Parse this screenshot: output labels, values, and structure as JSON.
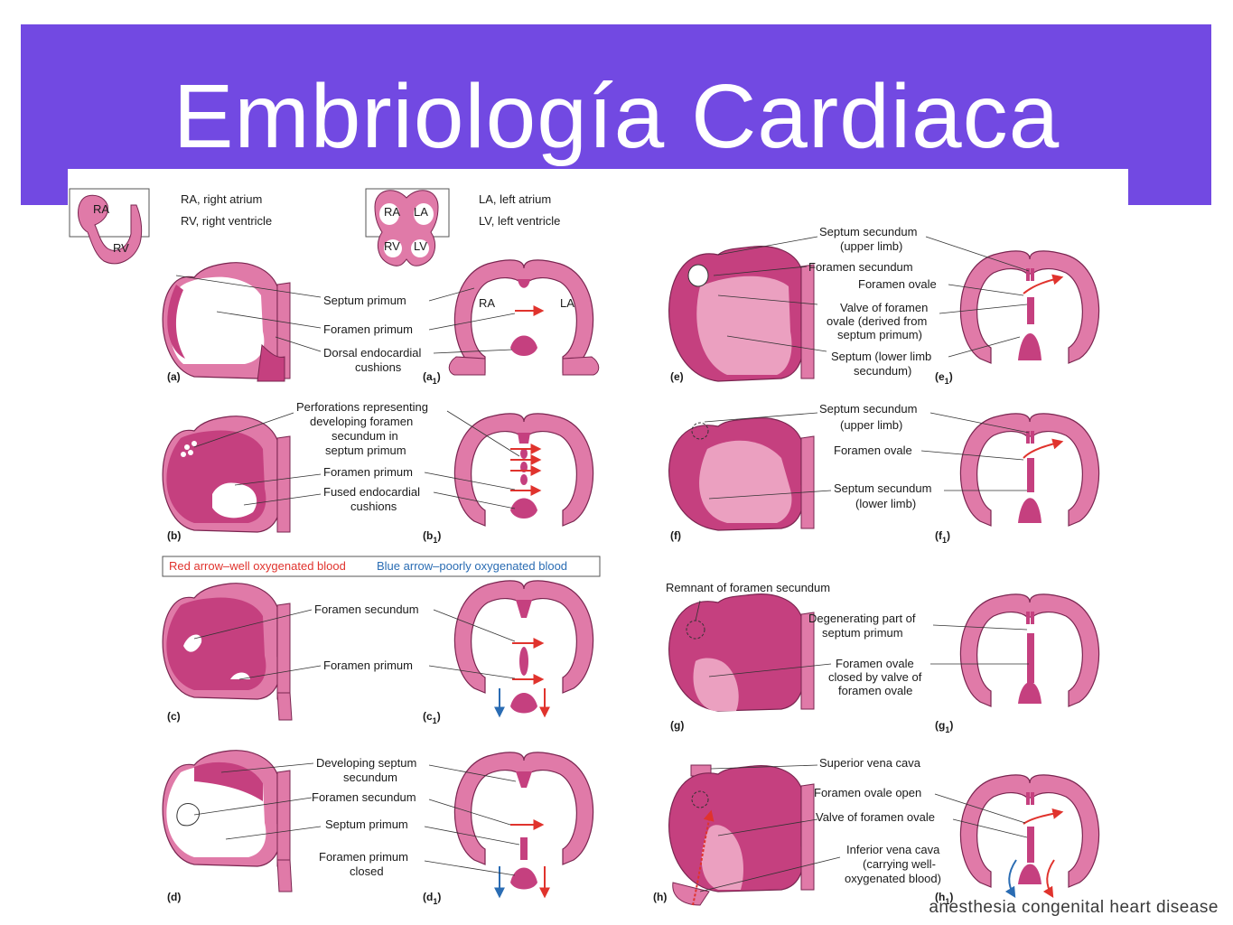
{
  "slide": {
    "title": "Embriología Cardiaca",
    "caption": "anesthesia congenital heart disease"
  },
  "colors": {
    "banner": "#7249e2",
    "heart_wall": "#e07aa8",
    "heart_dark": "#c5407f",
    "heart_light": "#eba0c0",
    "well_oxygenated_arrow": "#e0332d",
    "poorly_oxygenated_arrow": "#2a6cb3"
  },
  "legend": {
    "keys": [
      {
        "abbr": "RA",
        "text": "RA, right atrium"
      },
      {
        "abbr": "RV",
        "text": "RV, right ventricle"
      },
      {
        "abbr": "LA",
        "text": "LA, left atrium"
      },
      {
        "abbr": "LV",
        "text": "LV, left ventricle"
      }
    ],
    "arrow_key": {
      "red": "Red arrow–well oxygenated blood",
      "blue": "Blue arrow–poorly oxygenated blood"
    }
  },
  "panels": {
    "a": {
      "label": "(a)",
      "label1": "(a",
      "sub": "1",
      "ra": "RA",
      "la": "LA",
      "callouts": [
        "Septum primum",
        "Foramen primum",
        "Dorsal endocardial",
        "cushions"
      ]
    },
    "b": {
      "label": "(b)",
      "label1": "(b",
      "sub": "1",
      "callouts": [
        "Perforations representing",
        "developing foramen",
        "secundum in",
        "septum primum",
        "Foramen primum",
        "Fused endocardial",
        "cushions"
      ]
    },
    "c": {
      "label": "(c)",
      "label1": "(c",
      "sub": "1",
      "callouts": [
        "Foramen secundum",
        "Foramen primum"
      ]
    },
    "d": {
      "label": "(d)",
      "label1": "(d",
      "sub": "1",
      "callouts": [
        "Developing septum",
        "secundum",
        "Foramen secundum",
        "Septum primum",
        "Foramen primum",
        "closed"
      ]
    },
    "e": {
      "label": "(e)",
      "label1": "(e",
      "sub": "1",
      "callouts": [
        "Septum secundum",
        "(upper limb)",
        "Foramen secundum",
        "Foramen ovale",
        "Valve of foramen",
        "ovale (derived from",
        "septum primum)",
        "Septum (lower limb",
        "secundum)"
      ]
    },
    "f": {
      "label": "(f)",
      "label1": "(f",
      "sub": "1",
      "callouts": [
        "Septum secundum",
        "(upper limb)",
        "Foramen ovale",
        "Septum secundum",
        "(lower limb)"
      ]
    },
    "g": {
      "label": "(g)",
      "label1": "(g",
      "sub": "1",
      "callouts": [
        "Remnant of foramen secundum",
        "Degenerating part of",
        "septum primum",
        "Foramen ovale",
        "closed by valve of",
        "foramen ovale"
      ]
    },
    "h": {
      "label": "(h)",
      "label1": "(h",
      "sub": "1",
      "callouts": [
        "Superior vena cava",
        "Foramen ovale open",
        "Valve of foramen ovale",
        "Inferior vena cava",
        "(carrying well-",
        "oxygenated blood)"
      ]
    }
  }
}
